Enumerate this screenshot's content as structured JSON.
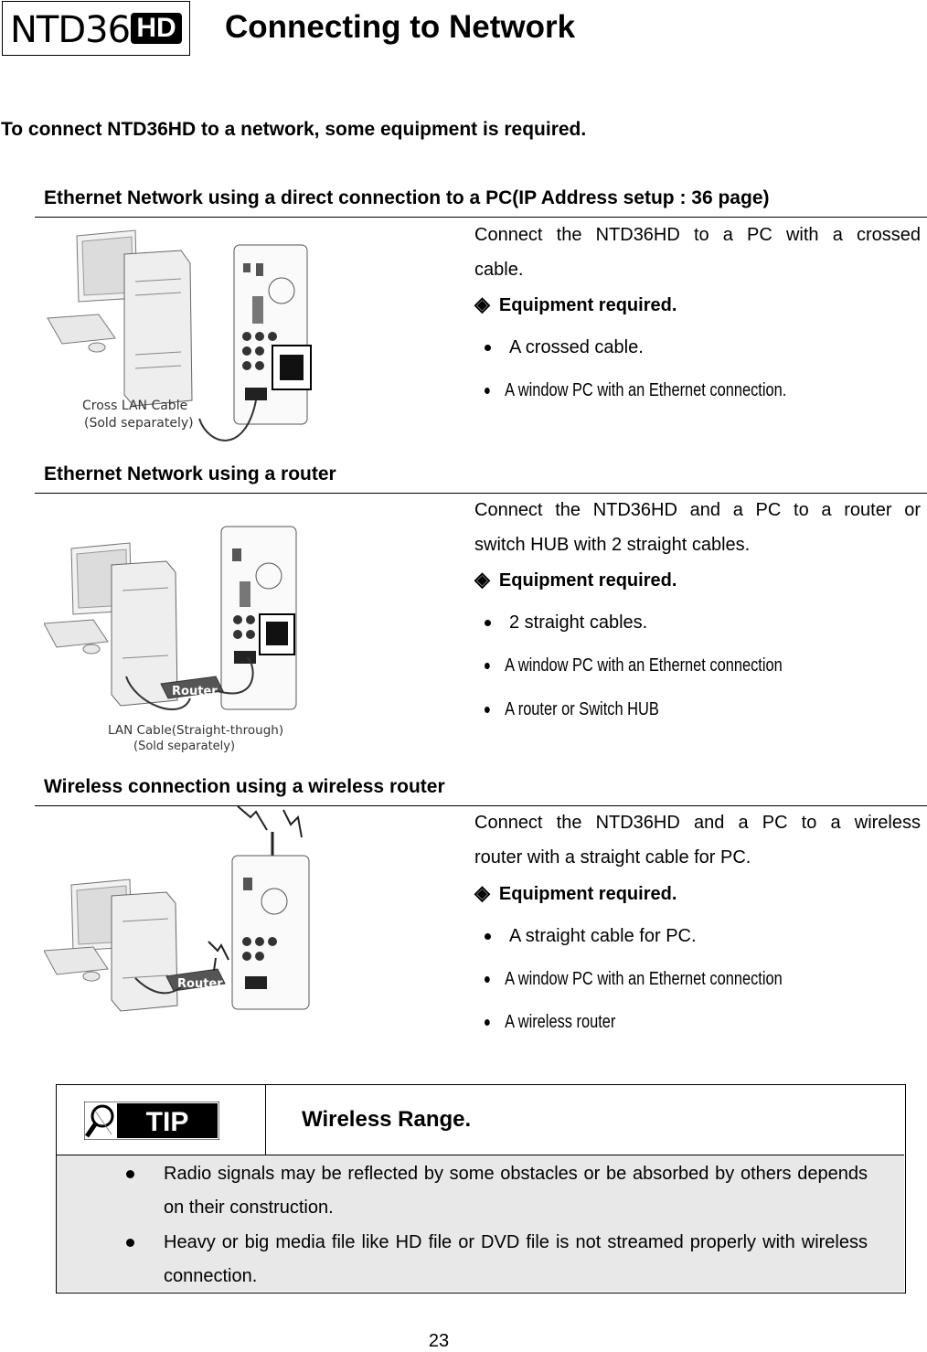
{
  "header": {
    "logo_model": "NTD36",
    "logo_badge": "HD",
    "title": "Connecting to Network"
  },
  "intro": "To connect NTD36HD to a network, some equipment is required.",
  "sections": [
    {
      "title": "Ethernet Network using a direct connection to a PC(IP Address setup : 36 page)",
      "desc_line1": "Connect the NTD36HD to a PC with a crossed",
      "desc_line2": "cable.",
      "equipment_label": "Equipment required.",
      "items": [
        "A crossed cable.",
        "A window PC with an Ethernet connection."
      ],
      "figure_caption_1": "Cross LAN Cable",
      "figure_caption_2": "(Sold separately)"
    },
    {
      "title": "Ethernet Network using a router",
      "desc_line1": "Connect the NTD36HD and a PC to a router or",
      "desc_line2": "switch HUB with 2 straight cables.",
      "equipment_label": "Equipment required.",
      "items": [
        "2 straight cables.",
        "A window PC with an Ethernet connection",
        "A router or Switch HUB"
      ],
      "figure_router": "Router",
      "figure_caption_1": "LAN Cable(Straight-through)",
      "figure_caption_2": "(Sold separately)"
    },
    {
      "title": "Wireless connection using a wireless router",
      "desc_line1": "Connect the NTD36HD and a PC to a wireless",
      "desc_line2": "router with a straight cable for PC.",
      "equipment_label": "Equipment required.",
      "items": [
        "A straight cable for PC.",
        "A window PC with an Ethernet connection",
        "A wireless router"
      ],
      "figure_router": "Router"
    }
  ],
  "tip": {
    "badge": "TIP",
    "title": "Wireless Range.",
    "items": [
      "Radio signals may be reflected by some obstacles or be absorbed by others depends on their construction.",
      "Heavy or big media file like HD file or DVD file is not streamed properly with wireless connection."
    ]
  },
  "page_number": "23"
}
